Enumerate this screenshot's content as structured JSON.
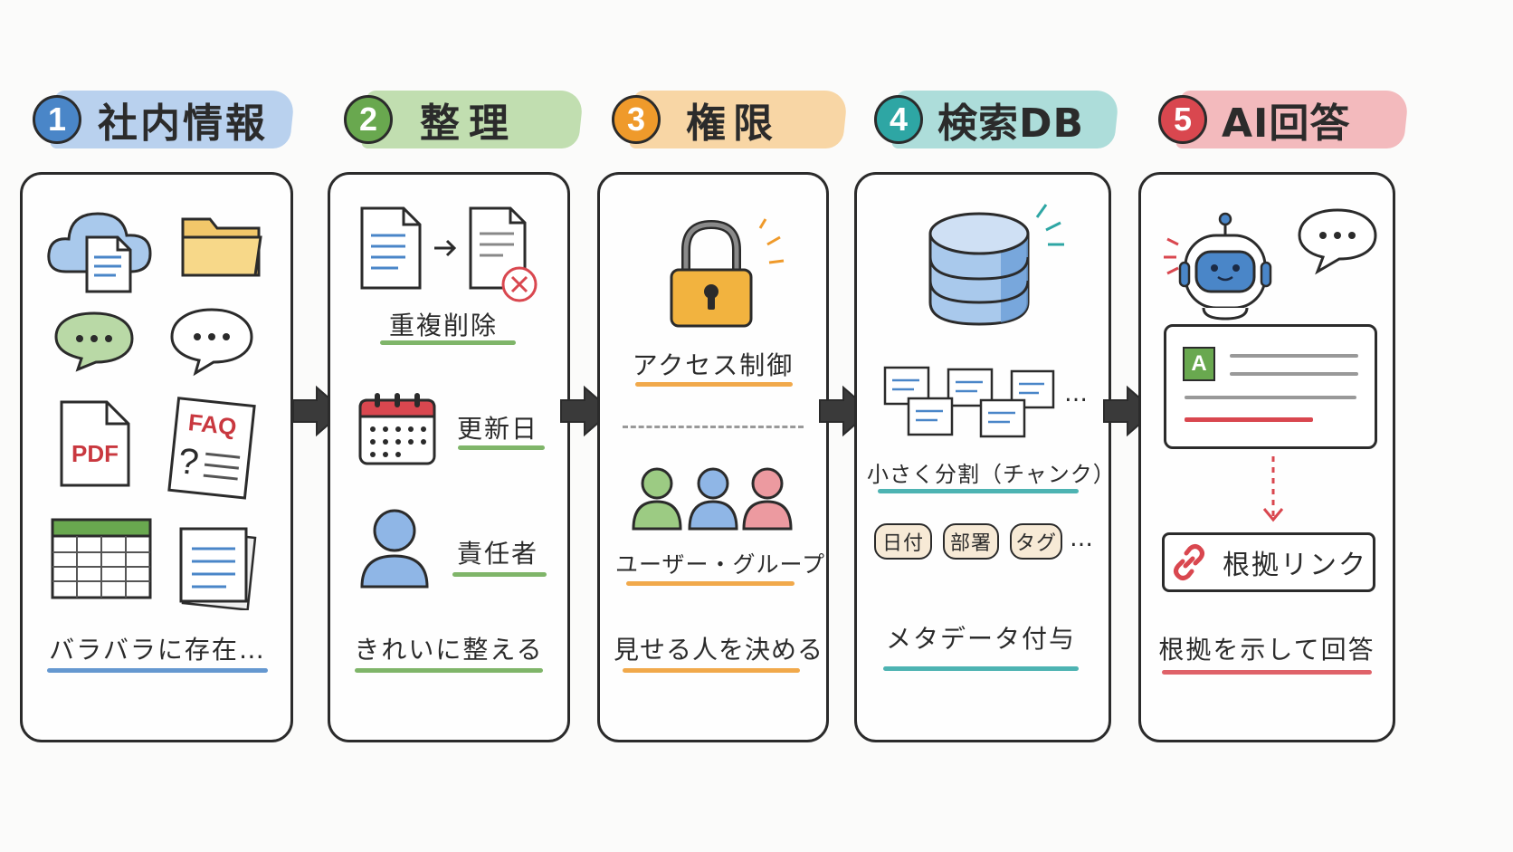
{
  "colors": {
    "blue": "#4a86c8",
    "green": "#69a84f",
    "orange": "#ef9a2b",
    "teal": "#2ea6a4",
    "red": "#d9474f",
    "ink": "#2b2b2b"
  },
  "steps": [
    {
      "number": "1",
      "title": "社内情報",
      "footer": "バラバラに存在…",
      "icons": [
        "cloud-document-icon",
        "folder-icon",
        "chat-bubble-green-icon",
        "chat-bubble-icon",
        "pdf-file-icon",
        "faq-document-icon",
        "spreadsheet-icon",
        "stacked-documents-icon"
      ],
      "pdf_label": "PDF",
      "faq_label": "FAQ"
    },
    {
      "number": "2",
      "title": "整理",
      "footer": "きれいに整える",
      "items": [
        {
          "label": "重複削除",
          "icon": "duplicate-removal-icon"
        },
        {
          "label": "更新日",
          "icon": "calendar-icon"
        },
        {
          "label": "責任者",
          "icon": "person-icon"
        }
      ]
    },
    {
      "number": "3",
      "title": "権限",
      "footer": "見せる人を決める",
      "items": [
        {
          "label": "アクセス制御",
          "icon": "padlock-icon"
        },
        {
          "label": "ユーザー・グループ",
          "icon": "user-group-icon"
        }
      ]
    },
    {
      "number": "4",
      "title": "検索DB",
      "footer": "メタデータ付与",
      "chunk_label": "小さく分割（チャンク）",
      "ellipsis": "…",
      "tags": [
        "日付",
        "部署",
        "タグ"
      ],
      "icons": [
        "database-icon",
        "chunk-cards-icon"
      ]
    },
    {
      "number": "5",
      "title": "AI回答",
      "footer": "根拠を示して回答",
      "answer_badge": "A",
      "source_link": "根拠リンク",
      "icons": [
        "robot-icon",
        "chat-bubble-icon",
        "answer-card-icon",
        "link-icon"
      ]
    }
  ]
}
